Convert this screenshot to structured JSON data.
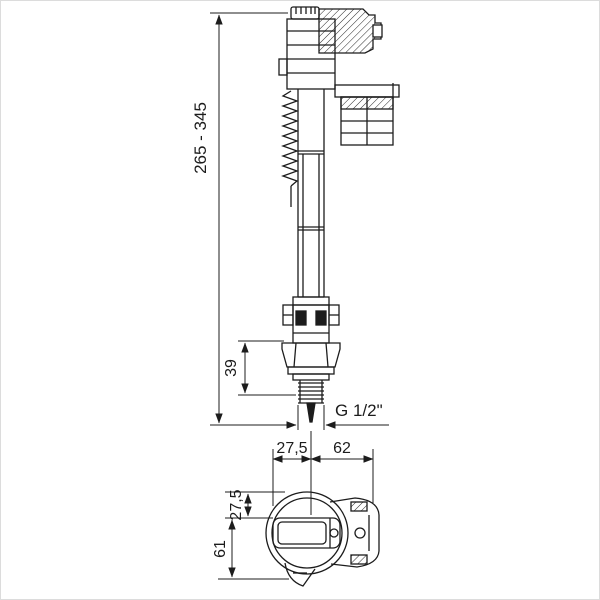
{
  "meta": {
    "background_color": "#ffffff",
    "line_color": "#1c1c1c",
    "drawing_type": "fill-valve technical drawing, front elevation and plan view"
  },
  "labels": {
    "height_range": "265 - 345",
    "shank_height": "39",
    "thread_size": "G 1/2\"",
    "plan_offset_x": "27,5",
    "plan_width": "62",
    "plan_offset_y": "27,5",
    "plan_depth": "61"
  }
}
